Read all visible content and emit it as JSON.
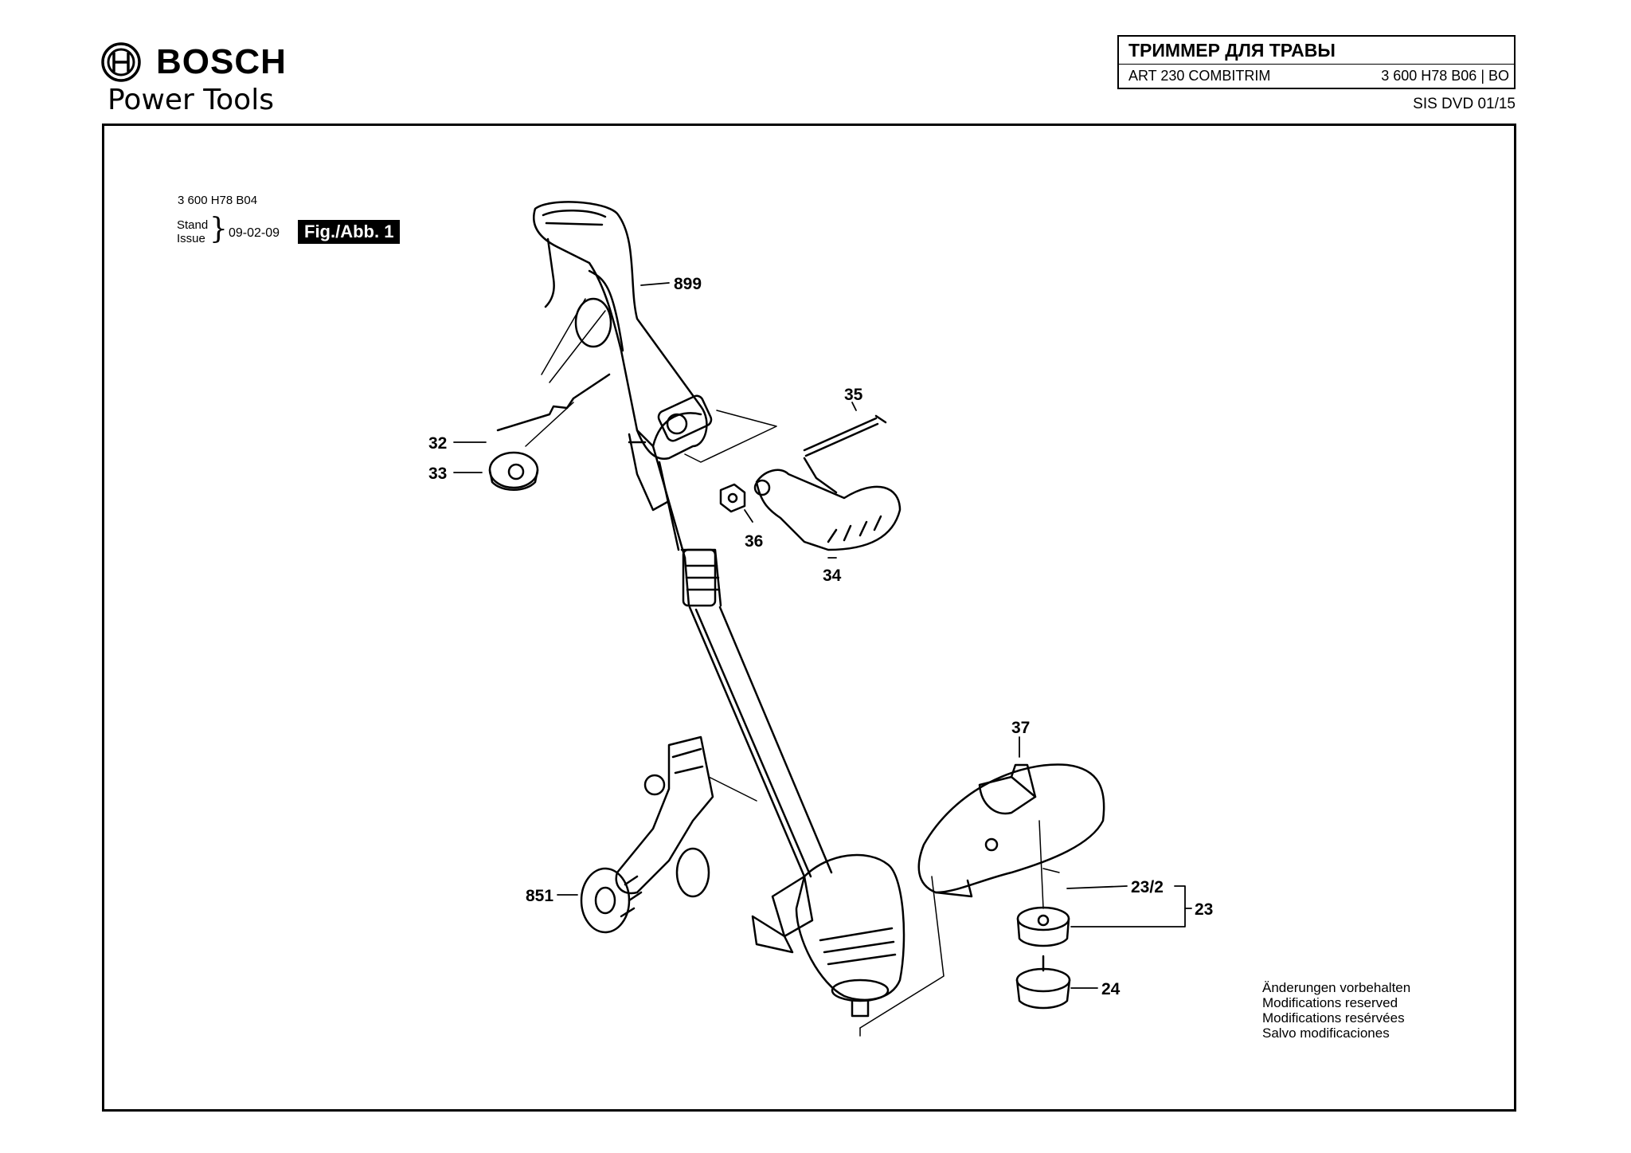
{
  "brand": {
    "name": "BOSCH",
    "subtitle": "Power Tools"
  },
  "title_block": {
    "title": "ТРИММЕР ДЛЯ ТРАВЫ",
    "model": "ART 230 COMBITRIM",
    "part_number": "3 600 H78 B06 | BO"
  },
  "sis_version": "SIS DVD 01/15",
  "drawing_info": {
    "drawing_number": "3 600 H78 B04",
    "stand_label": "Stand",
    "issue_label": "Issue",
    "date": "09-02-09",
    "figure": "Fig./Abb. 1"
  },
  "part_labels": {
    "p899": "899",
    "p35": "35",
    "p32": "32",
    "p33": "33",
    "p36": "36",
    "p34": "34",
    "p37": "37",
    "p851": "851",
    "p23_2": "23/2",
    "p23": "23",
    "p24": "24"
  },
  "notice": [
    "Änderungen vorbehalten",
    "Modifications reserved",
    "Modifications resérvées",
    "Salvo modificaciones"
  ]
}
